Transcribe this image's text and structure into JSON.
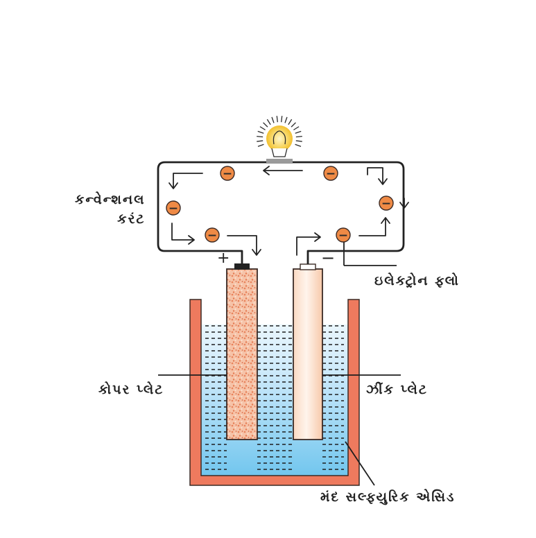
{
  "labels": {
    "conventional_current_line1": "કન્વેન્શનલ",
    "conventional_current_line2": "કરંટ",
    "electron_flow": "ઇલેક્ટ્રોન ફ્લો",
    "copper_plate": "કોપર પ્લેટ",
    "zinc_plate": "ઝીંક પ્લેટ",
    "dilute_sulphuric_acid": "મંદ સલ્ફ્યુરિક એસિડ"
  },
  "terminals": {
    "positive": "+",
    "negative": "−"
  },
  "electron_symbol": "−",
  "colors": {
    "wire": "#2a2a2a",
    "vessel": "#ee7a5e",
    "acid_light": "#d8eefb",
    "acid_dark": "#7ccaf0",
    "copper_plate": "#f4b494",
    "zinc_plate": "#fde2cf",
    "electron": "#ef8a45",
    "bulb_glow": "#f7cf4a"
  }
}
